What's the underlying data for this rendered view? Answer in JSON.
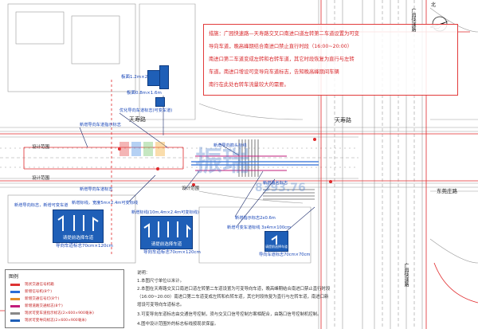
{
  "labels": {
    "road_name": "天寿路",
    "compass_label": "北",
    "road_east": "东莞庄路",
    "road_guangzhou": "广园快速路",
    "design_boundary": "设计范围",
    "board_size_1": "板面1.2m×2m",
    "board_size_2": "板面0.8m×1.6m",
    "callout_1": "优化导向车道标志(可变车道)",
    "callout_2": "新增导向车道标志",
    "callout_3": "新增导向箭头标线",
    "callout_4": "新增标线，宽度5m×2.4m可变标线",
    "callout_5": "新增导向标志，新增可变车道",
    "callout_6": "新增标线(10m,4m×2.4m可变标线)",
    "callout_7": "新增指示标志2x0.6m",
    "callout_8": "新增导向车道指示标志",
    "callout_9": "新增路名标志",
    "sign_caption_1": "请提前选择车道",
    "sign_caption_2": "请提前选择车道",
    "sign_caption_3": "请提前选择车道",
    "sign_size_1": "导向车道标志70cm×120cm",
    "sign_size_2": "导向车道标志70cm×120cm",
    "sign_size_3": "导向车道标志70cm×70cm",
    "new_mark_label": "新增可变车道标线 3x4m×100cm"
  },
  "measure_note": {
    "lines": [
      "措施：广园快速路—天寿路交叉口南进口道左转第二车道设置为可变",
      "导向车道，晚高峰期结合南进口禁止直行时段（16:00~20:00）",
      "南进口第二车道变成左转和右转车道，其它时段恢复为直行与左转",
      "车道。南进口增设可变导向车道标志，告知晚高峰期间车辆",
      "南行在此处右转车流量较大的需要。"
    ]
  },
  "legend": {
    "title": "图例",
    "rows": [
      "现状交通信号机箱",
      "新增信号机(8个)",
      "新增交通信号灯(8个)",
      "新增道路交通标志(8个)",
      "现状可变车道指示标志(2×600×900毫米)",
      "现状可变导向标志(2×600×900毫米)"
    ]
  },
  "notes": {
    "lines": [
      "说明：",
      "1.本图尺寸单位以米计。",
      "2.本图在天寿路交叉口南进口道左转第二车道设置为可变导向车道，晚高峰期结合南进口禁止直行时段",
      "  （16:00~20:00）南进口第二车道变成左转和右转车道，其它时段恢复为直行与左转车道，南进口新",
      "  增设可变导向车道标志。",
      "3.可变导向车道标志由交通信号控制，须与交叉口信号控制方案相配合，由路口信号控制机控制。",
      "4.图中设计范围外的标志标线按现状保留。"
    ]
  },
  "watermark": {
    "text_big": "振瑞",
    "text_small": "8393.76"
  },
  "colors": {
    "sign_blue": "#1f5fb7",
    "red_line": "#e0282a",
    "road_line": "#8a8a8a"
  }
}
